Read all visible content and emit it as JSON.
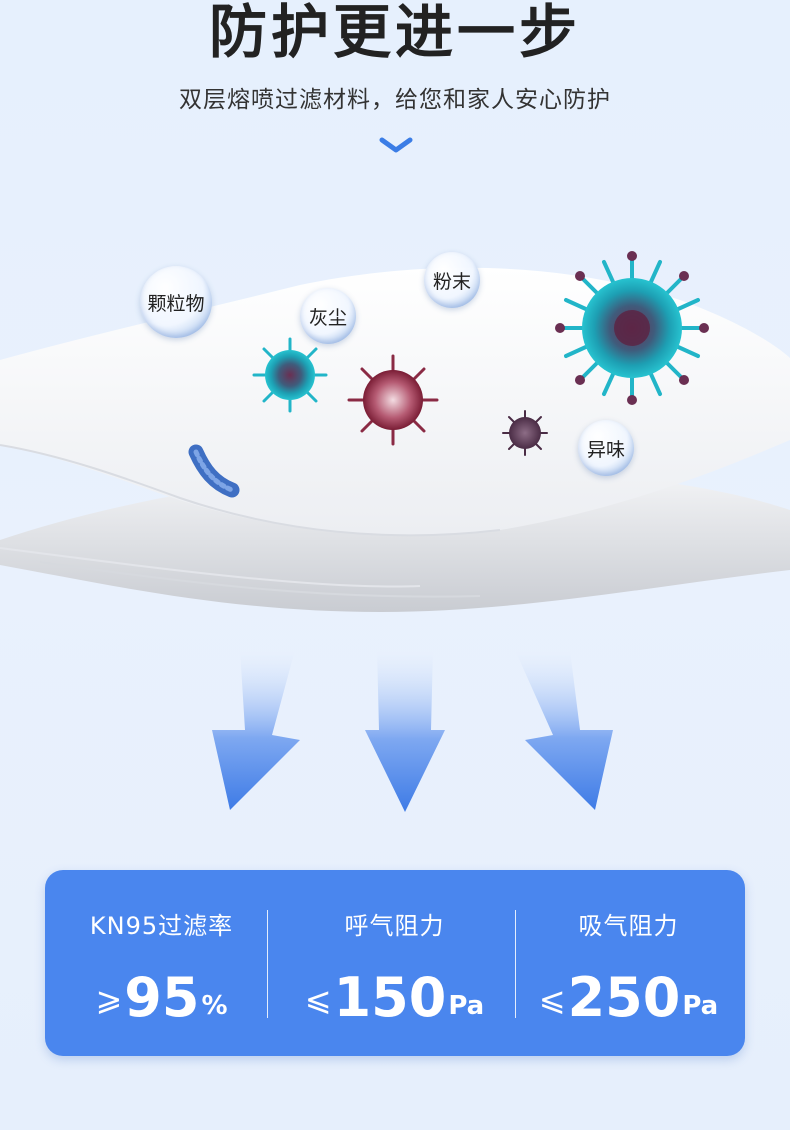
{
  "header": {
    "title": "防护更进一步",
    "subtitle": "双层熔喷过滤材料，给您和家人安心防护",
    "chevron_icon": "chevron-down-icon",
    "accent_color": "#3b7de6"
  },
  "illustration": {
    "labels": [
      "颗粒物",
      "灰尘",
      "粉末",
      "异味"
    ],
    "particles": [
      "virus-cyan-large",
      "virus-cyan-small",
      "virus-red",
      "virus-purple-small",
      "bacteria-blue"
    ]
  },
  "stats": {
    "background_color": "#4a86ee",
    "items": [
      {
        "label": "KN95过滤率",
        "symbol": "⩾",
        "value": "95",
        "unit": "%"
      },
      {
        "label": "呼气阻力",
        "symbol": "⩽",
        "value": "150",
        "unit": "Pa"
      },
      {
        "label": "吸气阻力",
        "symbol": "⩽",
        "value": "250",
        "unit": "Pa"
      }
    ]
  }
}
